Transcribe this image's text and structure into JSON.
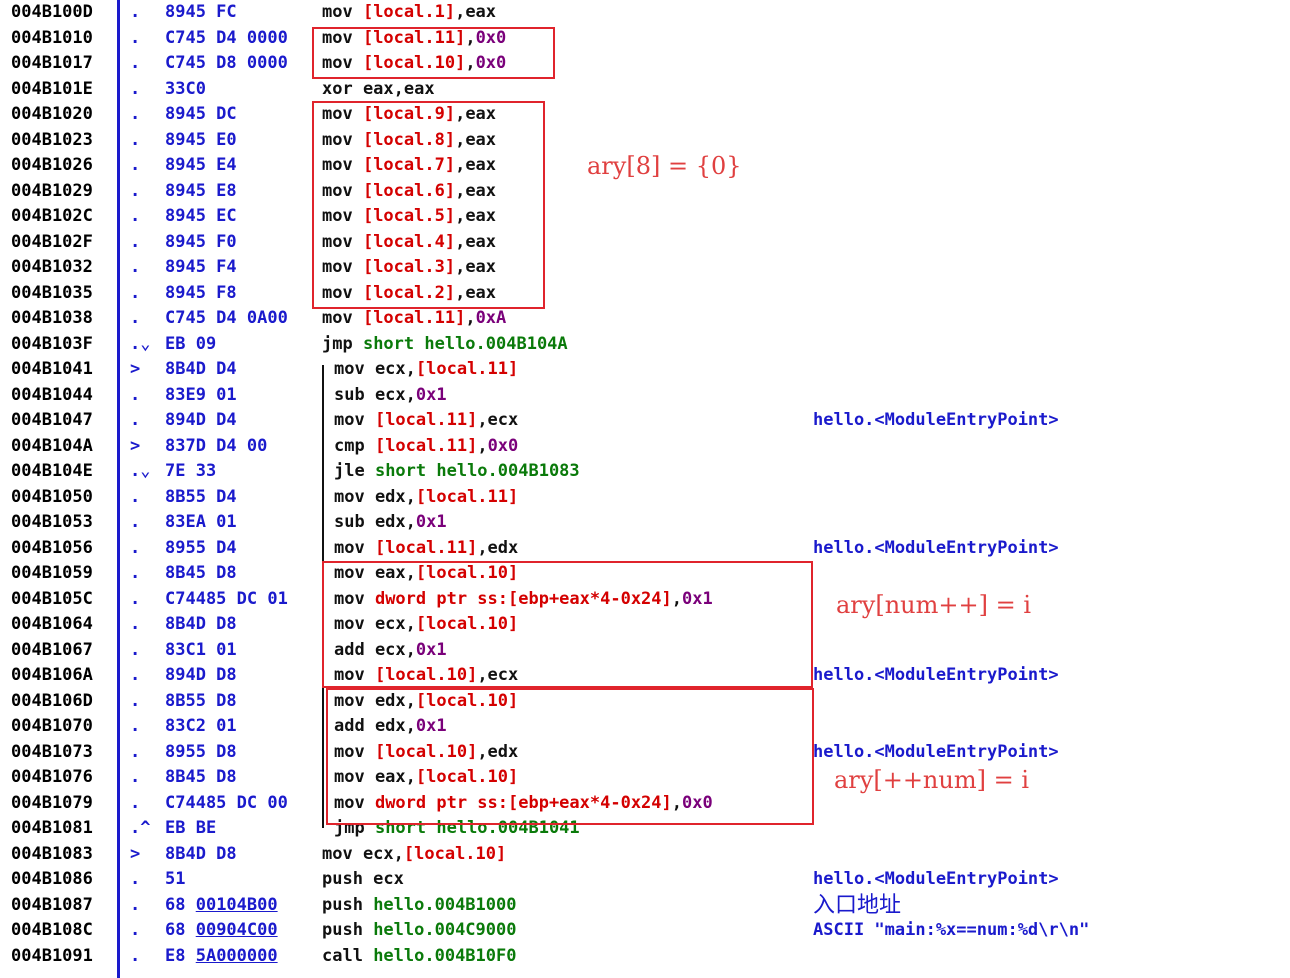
{
  "rows": [
    {
      "addr": "004B100D",
      "mark": ".",
      "hex": "8945 FC",
      "inst": [
        [
          "m",
          "mov "
        ],
        [
          "r",
          "[local.1]"
        ],
        [
          "m",
          ",eax"
        ]
      ],
      "cmt": ""
    },
    {
      "addr": "004B1010",
      "mark": ".",
      "hex": "C745 D4 0000",
      "inst": [
        [
          "m",
          "mov "
        ],
        [
          "r",
          "[local.11]"
        ],
        [
          "m",
          ","
        ],
        [
          "n",
          "0x0"
        ]
      ],
      "cmt": ""
    },
    {
      "addr": "004B1017",
      "mark": ".",
      "hex": "C745 D8 0000",
      "inst": [
        [
          "m",
          "mov "
        ],
        [
          "r",
          "[local.10]"
        ],
        [
          "m",
          ","
        ],
        [
          "n",
          "0x0"
        ]
      ],
      "cmt": ""
    },
    {
      "addr": "004B101E",
      "mark": ".",
      "hex": "33C0",
      "inst": [
        [
          "m",
          "xor eax,eax"
        ]
      ],
      "cmt": ""
    },
    {
      "addr": "004B1020",
      "mark": ".",
      "hex": "8945 DC",
      "inst": [
        [
          "m",
          "mov "
        ],
        [
          "r",
          "[local.9]"
        ],
        [
          "m",
          ",eax"
        ]
      ],
      "cmt": ""
    },
    {
      "addr": "004B1023",
      "mark": ".",
      "hex": "8945 E0",
      "inst": [
        [
          "m",
          "mov "
        ],
        [
          "r",
          "[local.8]"
        ],
        [
          "m",
          ",eax"
        ]
      ],
      "cmt": ""
    },
    {
      "addr": "004B1026",
      "mark": ".",
      "hex": "8945 E4",
      "inst": [
        [
          "m",
          "mov "
        ],
        [
          "r",
          "[local.7]"
        ],
        [
          "m",
          ",eax"
        ]
      ],
      "cmt": ""
    },
    {
      "addr": "004B1029",
      "mark": ".",
      "hex": "8945 E8",
      "inst": [
        [
          "m",
          "mov "
        ],
        [
          "r",
          "[local.6]"
        ],
        [
          "m",
          ",eax"
        ]
      ],
      "cmt": ""
    },
    {
      "addr": "004B102C",
      "mark": ".",
      "hex": "8945 EC",
      "inst": [
        [
          "m",
          "mov "
        ],
        [
          "r",
          "[local.5]"
        ],
        [
          "m",
          ",eax"
        ]
      ],
      "cmt": ""
    },
    {
      "addr": "004B102F",
      "mark": ".",
      "hex": "8945 F0",
      "inst": [
        [
          "m",
          "mov "
        ],
        [
          "r",
          "[local.4]"
        ],
        [
          "m",
          ",eax"
        ]
      ],
      "cmt": ""
    },
    {
      "addr": "004B1032",
      "mark": ".",
      "hex": "8945 F4",
      "inst": [
        [
          "m",
          "mov "
        ],
        [
          "r",
          "[local.3]"
        ],
        [
          "m",
          ",eax"
        ]
      ],
      "cmt": ""
    },
    {
      "addr": "004B1035",
      "mark": ".",
      "hex": "8945 F8",
      "inst": [
        [
          "m",
          "mov "
        ],
        [
          "r",
          "[local.2]"
        ],
        [
          "m",
          ",eax"
        ]
      ],
      "cmt": ""
    },
    {
      "addr": "004B1038",
      "mark": ".",
      "hex": "C745 D4 0A00",
      "inst": [
        [
          "m",
          "mov "
        ],
        [
          "r",
          "[local.11]"
        ],
        [
          "m",
          ","
        ],
        [
          "n",
          "0xA"
        ]
      ],
      "cmt": ""
    },
    {
      "addr": "004B103F",
      "mark": ".⌄",
      "hex": "EB 09",
      "inst": [
        [
          "m",
          "jmp "
        ],
        [
          "j",
          "short hello.004B104A"
        ]
      ],
      "cmt": ""
    },
    {
      "addr": "004B1041",
      "mark": ">",
      "hex": "8B4D D4",
      "inst": [
        [
          "m",
          "mov ecx,"
        ],
        [
          "r",
          "[local.11]"
        ]
      ],
      "cmt": "",
      "ind": 1
    },
    {
      "addr": "004B1044",
      "mark": ".",
      "hex": "83E9 01",
      "inst": [
        [
          "m",
          "sub ecx,"
        ],
        [
          "n",
          "0x1"
        ]
      ],
      "cmt": "",
      "ind": 1
    },
    {
      "addr": "004B1047",
      "mark": ".",
      "hex": "894D D4",
      "inst": [
        [
          "m",
          "mov "
        ],
        [
          "r",
          "[local.11]"
        ],
        [
          "m",
          ",ecx"
        ]
      ],
      "cmt": "hello.<ModuleEntryPoint>",
      "ind": 1
    },
    {
      "addr": "004B104A",
      "mark": ">",
      "hex": "837D D4 00",
      "inst": [
        [
          "m",
          "cmp "
        ],
        [
          "r",
          "[local.11]"
        ],
        [
          "m",
          ","
        ],
        [
          "n",
          "0x0"
        ]
      ],
      "cmt": "",
      "ind": 1
    },
    {
      "addr": "004B104E",
      "mark": ".⌄",
      "hex": "7E 33",
      "inst": [
        [
          "m",
          "jle "
        ],
        [
          "j",
          "short hello.004B1083"
        ]
      ],
      "cmt": "",
      "ind": 1
    },
    {
      "addr": "004B1050",
      "mark": ".",
      "hex": "8B55 D4",
      "inst": [
        [
          "m",
          "mov edx,"
        ],
        [
          "r",
          "[local.11]"
        ]
      ],
      "cmt": "",
      "ind": 1
    },
    {
      "addr": "004B1053",
      "mark": ".",
      "hex": "83EA 01",
      "inst": [
        [
          "m",
          "sub edx,"
        ],
        [
          "n",
          "0x1"
        ]
      ],
      "cmt": "",
      "ind": 1
    },
    {
      "addr": "004B1056",
      "mark": ".",
      "hex": "8955 D4",
      "inst": [
        [
          "m",
          "mov "
        ],
        [
          "r",
          "[local.11]"
        ],
        [
          "m",
          ",edx"
        ]
      ],
      "cmt": "hello.<ModuleEntryPoint>",
      "ind": 1
    },
    {
      "addr": "004B1059",
      "mark": ".",
      "hex": "8B45 D8",
      "inst": [
        [
          "m",
          "mov eax,"
        ],
        [
          "r",
          "[local.10]"
        ]
      ],
      "cmt": "",
      "ind": 1
    },
    {
      "addr": "004B105C",
      "mark": ".",
      "hex": "C74485 DC 01",
      "inst": [
        [
          "m",
          "mov "
        ],
        [
          "r",
          "dword ptr ss:[ebp+eax*4-0x24]"
        ],
        [
          "m",
          ","
        ],
        [
          "n",
          "0x1"
        ]
      ],
      "cmt": "",
      "ind": 1
    },
    {
      "addr": "004B1064",
      "mark": ".",
      "hex": "8B4D D8",
      "inst": [
        [
          "m",
          "mov ecx,"
        ],
        [
          "r",
          "[local.10]"
        ]
      ],
      "cmt": "",
      "ind": 1
    },
    {
      "addr": "004B1067",
      "mark": ".",
      "hex": "83C1 01",
      "inst": [
        [
          "m",
          "add ecx,"
        ],
        [
          "n",
          "0x1"
        ]
      ],
      "cmt": "",
      "ind": 1
    },
    {
      "addr": "004B106A",
      "mark": ".",
      "hex": "894D D8",
      "inst": [
        [
          "m",
          "mov "
        ],
        [
          "r",
          "[local.10]"
        ],
        [
          "m",
          ",ecx"
        ]
      ],
      "cmt": "hello.<ModuleEntryPoint>",
      "ind": 1
    },
    {
      "addr": "004B106D",
      "mark": ".",
      "hex": "8B55 D8",
      "inst": [
        [
          "m",
          "mov edx,"
        ],
        [
          "r",
          "[local.10]"
        ]
      ],
      "cmt": "",
      "ind": 1
    },
    {
      "addr": "004B1070",
      "mark": ".",
      "hex": "83C2 01",
      "inst": [
        [
          "m",
          "add edx,"
        ],
        [
          "n",
          "0x1"
        ]
      ],
      "cmt": "",
      "ind": 1
    },
    {
      "addr": "004B1073",
      "mark": ".",
      "hex": "8955 D8",
      "inst": [
        [
          "m",
          "mov "
        ],
        [
          "r",
          "[local.10]"
        ],
        [
          "m",
          ",edx"
        ]
      ],
      "cmt": "hello.<ModuleEntryPoint>",
      "ind": 1
    },
    {
      "addr": "004B1076",
      "mark": ".",
      "hex": "8B45 D8",
      "inst": [
        [
          "m",
          "mov eax,"
        ],
        [
          "r",
          "[local.10]"
        ]
      ],
      "cmt": "",
      "ind": 1
    },
    {
      "addr": "004B1079",
      "mark": ".",
      "hex": "C74485 DC 00",
      "inst": [
        [
          "m",
          "mov "
        ],
        [
          "r",
          "dword ptr ss:[ebp+eax*4-0x24]"
        ],
        [
          "m",
          ","
        ],
        [
          "n",
          "0x0"
        ]
      ],
      "cmt": "",
      "ind": 1
    },
    {
      "addr": "004B1081",
      "mark": ".^",
      "hex": "EB BE",
      "inst": [
        [
          "m",
          "jmp "
        ],
        [
          "j",
          "short hello.004B1041"
        ]
      ],
      "cmt": "",
      "ind": 1
    },
    {
      "addr": "004B1083",
      "mark": ">",
      "hex": "8B4D D8",
      "inst": [
        [
          "m",
          "mov ecx,"
        ],
        [
          "r",
          "[local.10]"
        ]
      ],
      "cmt": ""
    },
    {
      "addr": "004B1086",
      "mark": ".",
      "hex": "51",
      "inst": [
        [
          "m",
          "push ecx"
        ]
      ],
      "cmt": "hello.<ModuleEntryPoint>"
    },
    {
      "addr": "004B1087",
      "mark": ".",
      "hex": "68 00104B00",
      "inst": [
        [
          "m",
          "push "
        ],
        [
          "j",
          "hello.004B1000"
        ]
      ],
      "cmt": "入口地址"
    },
    {
      "addr": "004B108C",
      "mark": ".",
      "hex": "68 00904C00",
      "inst": [
        [
          "m",
          "push "
        ],
        [
          "j",
          "hello.004C9000"
        ]
      ],
      "cmt": "ASCII \"main:%x==num:%d\\r\\n\""
    },
    {
      "addr": "004B1091",
      "mark": ".",
      "hex": "E8 5A000000",
      "inst": [
        [
          "m",
          "call "
        ],
        [
          "j",
          "hello.004B10F0"
        ]
      ],
      "cmt": ""
    }
  ],
  "annotations": {
    "a1": "ary[8] = {0}",
    "a2": "ary[num++] = i",
    "a3": "ary[++num] = i"
  },
  "colors": {
    "register": "#111111",
    "operand": "#d40000",
    "number": "#7a007a",
    "jump": "#0a7a0a",
    "comment": "#1a1acc",
    "box": "#e0242c"
  }
}
